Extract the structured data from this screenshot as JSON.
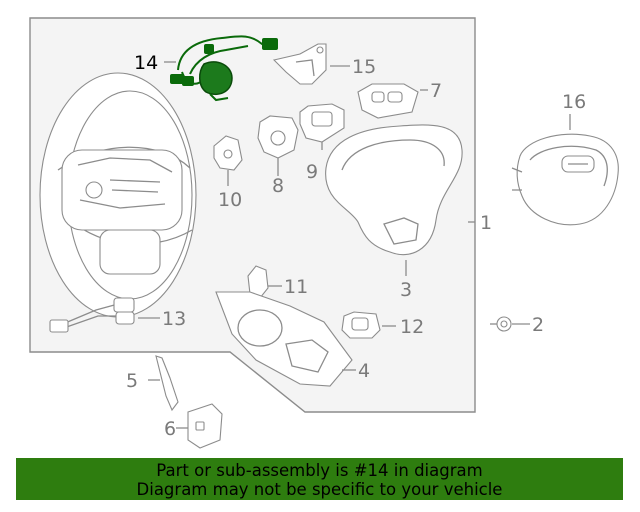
{
  "diagram": {
    "callouts": [
      "1",
      "2",
      "3",
      "4",
      "5",
      "6",
      "7",
      "8",
      "9",
      "10",
      "11",
      "12",
      "13",
      "14",
      "15",
      "16"
    ],
    "highlighted_part": "14",
    "colors": {
      "highlight": "#2e7d0f",
      "parts": "#8c8c8c",
      "frame_fill": "#f4f4f4"
    }
  },
  "banner": {
    "line1": "Part or sub-assembly is #14 in diagram",
    "line2": "Diagram may not be specific to your vehicle"
  }
}
